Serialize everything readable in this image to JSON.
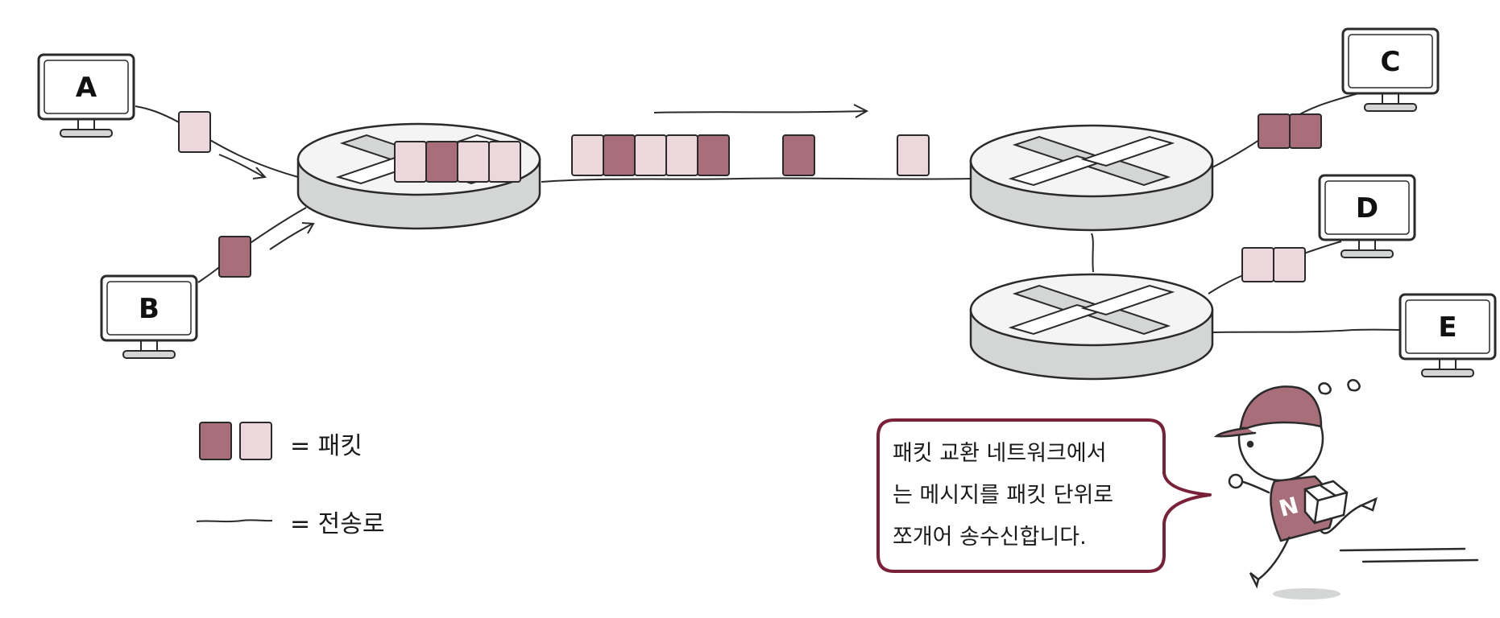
{
  "computers": [
    {
      "id": "A",
      "label": "A"
    },
    {
      "id": "B",
      "label": "B"
    },
    {
      "id": "C",
      "label": "C"
    },
    {
      "id": "D",
      "label": "D"
    },
    {
      "id": "E",
      "label": "E"
    }
  ],
  "legend": {
    "packet_label": "= 패킷",
    "link_label": "= 전송로"
  },
  "speech_bubble": {
    "lines": [
      "패킷 교환 네트워크에서",
      "는 메시지를 패킷 단위로",
      "쪼개어 송수신합니다."
    ]
  },
  "colors": {
    "packet_dark": "#a86e7a",
    "packet_light": "#ecd7dc",
    "router_body": "#d4d5d5",
    "bubble_border": "#7a2038",
    "outline": "#2a2a2a"
  }
}
